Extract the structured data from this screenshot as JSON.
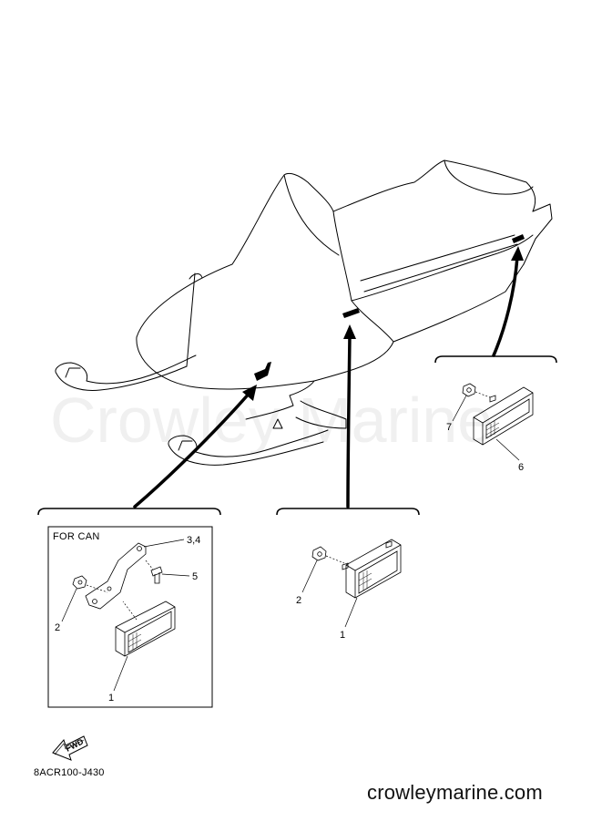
{
  "watermark": "Crowley Marine",
  "box_title": "FOR CAN",
  "callouts": {
    "box_bracket_bolts": "3,4",
    "box_screw": "5",
    "box_nut": "2",
    "box_reflector": "1",
    "mid_nut": "2",
    "mid_reflector": "1",
    "rear_nut": "7",
    "rear_reflector": "6"
  },
  "fwd_label": "FWD",
  "diagram_code": "8ACR100-J430",
  "site_url": "crowleymarine.com"
}
